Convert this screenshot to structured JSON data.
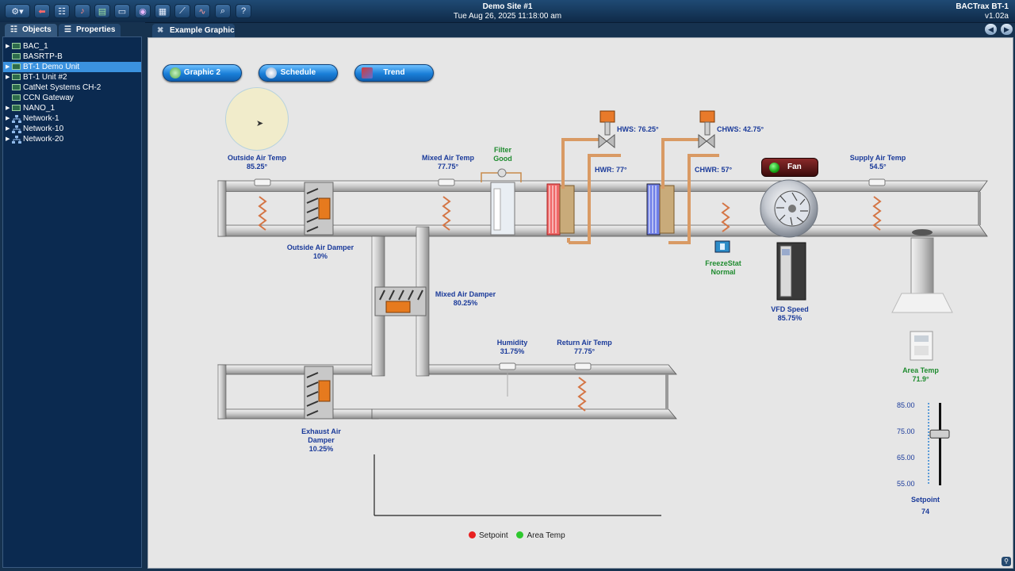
{
  "toolbar": {
    "icons": [
      "gear-menu-icon",
      "back-icon",
      "objects-icon",
      "alarm-icon",
      "module-icon",
      "monitor-icon",
      "schedule-circle-icon",
      "calendar-icon",
      "trend-icon",
      "multi-trend-icon",
      "search-icon",
      "help-icon"
    ],
    "site_name": "Demo Site #1",
    "datetime": "Tue Aug 26, 2025 11:18:00 am",
    "app_name": "BACTrax BT-1",
    "app_version": "v1.02a"
  },
  "left_panel": {
    "tabs": [
      {
        "label": "Objects"
      },
      {
        "label": "Properties"
      }
    ],
    "tree": [
      {
        "label": "BAC_1",
        "type": "device"
      },
      {
        "label": "BASRTP-B",
        "type": "device"
      },
      {
        "label": "BT-1 Demo Unit",
        "type": "device",
        "selected": true
      },
      {
        "label": "BT-1 Unit #2",
        "type": "device"
      },
      {
        "label": "CatNet Systems CH-2",
        "type": "device"
      },
      {
        "label": "CCN Gateway",
        "type": "device"
      },
      {
        "label": "NANO_1",
        "type": "device"
      },
      {
        "label": "Network-1",
        "type": "network"
      },
      {
        "label": "Network-10",
        "type": "network"
      },
      {
        "label": "Network-20",
        "type": "network"
      }
    ]
  },
  "main_tab": {
    "label": "Example Graphic"
  },
  "graphic": {
    "buttons": [
      {
        "label": "Graphic 2"
      },
      {
        "label": "Schedule"
      },
      {
        "label": "Trend"
      }
    ],
    "labels": {
      "outside_air_temp": {
        "name": "Outside Air Temp",
        "value": "85.25°"
      },
      "mixed_air_temp": {
        "name": "Mixed Air Temp",
        "value": "77.75°"
      },
      "filter": {
        "name": "Filter",
        "value": "Good"
      },
      "hws": "HWS: 76.25°",
      "hwr": "HWR: 77°",
      "chws": "CHWS: 42.75°",
      "chwr": "CHWR: 57°",
      "fan": "Fan",
      "supply_air_temp": {
        "name": "Supply Air Temp",
        "value": "54.5°"
      },
      "outside_air_damper": {
        "name": "Outside Air Damper",
        "value": "10%"
      },
      "mixed_air_damper": {
        "name": "Mixed Air Damper",
        "value": "80.25%"
      },
      "freezestat": {
        "name": "FreezeStat",
        "value": "Normal"
      },
      "vfd_speed": {
        "name": "VFD Speed",
        "value": "85.75%"
      },
      "humidity": {
        "name": "Humidity",
        "value": "31.75%"
      },
      "return_air_temp": {
        "name": "Return Air Temp",
        "value": "77.75°"
      },
      "exhaust_air_damper": {
        "name1": "Exhaust Air",
        "name2": "Damper",
        "value": "10.25%"
      },
      "area_temp": {
        "name": "Area Temp",
        "value": "71.9°"
      },
      "setpoint": {
        "name": "Setpoint",
        "value": "74"
      }
    },
    "slider": {
      "ticks": [
        "85.00",
        "75.00",
        "65.00",
        "55.00"
      ],
      "value": 74,
      "min": 55,
      "max": 85
    },
    "legend": [
      {
        "label": "Setpoint",
        "color": "#e82020"
      },
      {
        "label": "Area Temp",
        "color": "#2ec82e"
      }
    ]
  }
}
